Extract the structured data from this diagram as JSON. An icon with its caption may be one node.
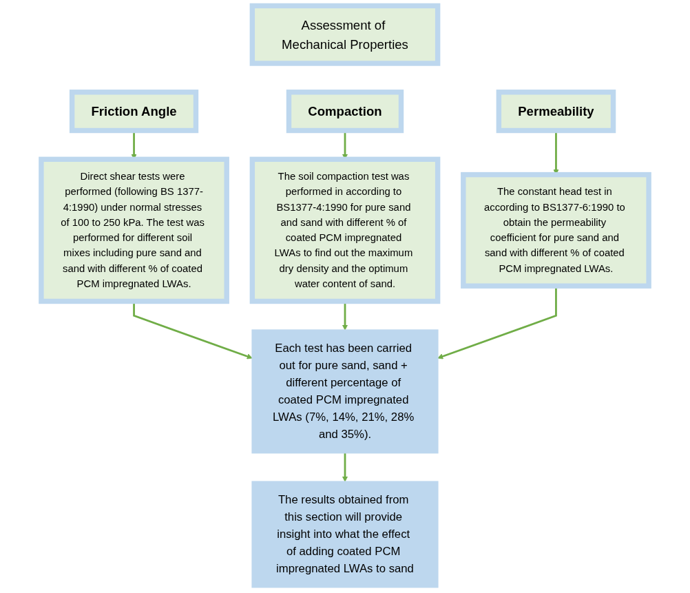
{
  "diagram": {
    "nodes": [
      {
        "text": [
          "Assessment of Mechanical Properties"
        ]
      },
      {
        "text": [
          "Friction Angle"
        ]
      },
      {
        "text": [
          "Compaction"
        ]
      },
      {
        "text": [
          "Permeability"
        ]
      },
      {
        "text": [
          "Direct shear tests were performed (following BS 1377-4:1990) under normal stresses of 100 to 250 kPa. The test was performed for different soil mixes including pure sand and sand with different % of coated PCM impregnated LWAs."
        ]
      },
      {
        "text": [
          "The soil compaction test was performed in according to BS1377-4:1990 for pure sand and sand with different % of coated PCM impregnated LWAs to find out the maximum dry density and the optimum water content of sand."
        ]
      },
      {
        "text": [
          "The constant head test in according to BS1377-6:1990 to obtain the permeability coefficient for pure sand and sand with different % of coated PCM impregnated LWAs."
        ]
      },
      {
        "text": [
          "Each test has been carried out for pure sand, sand + different percentage of coated PCM impregnated LWAs (7%, 14%, 21%, 28% and 35%)."
        ]
      },
      {
        "text": [
          "The results obtained from this section will provide insight into what the effect of adding coated PCM impregnated LWAs to sand"
        ]
      }
    ],
    "edges": [
      {
        "from": 1,
        "to": 4,
        "arrow": "to"
      },
      {
        "from": 2,
        "to": 5,
        "arrow": "to"
      },
      {
        "from": 3,
        "to": 6,
        "arrow": "to"
      },
      {
        "from": 4,
        "to": 7,
        "arrow": "to"
      },
      {
        "from": 5,
        "to": 7,
        "arrow": "to"
      },
      {
        "from": 6,
        "to": 7,
        "arrow": "to"
      },
      {
        "from": 7,
        "to": 8,
        "arrow": "to"
      }
    ]
  }
}
